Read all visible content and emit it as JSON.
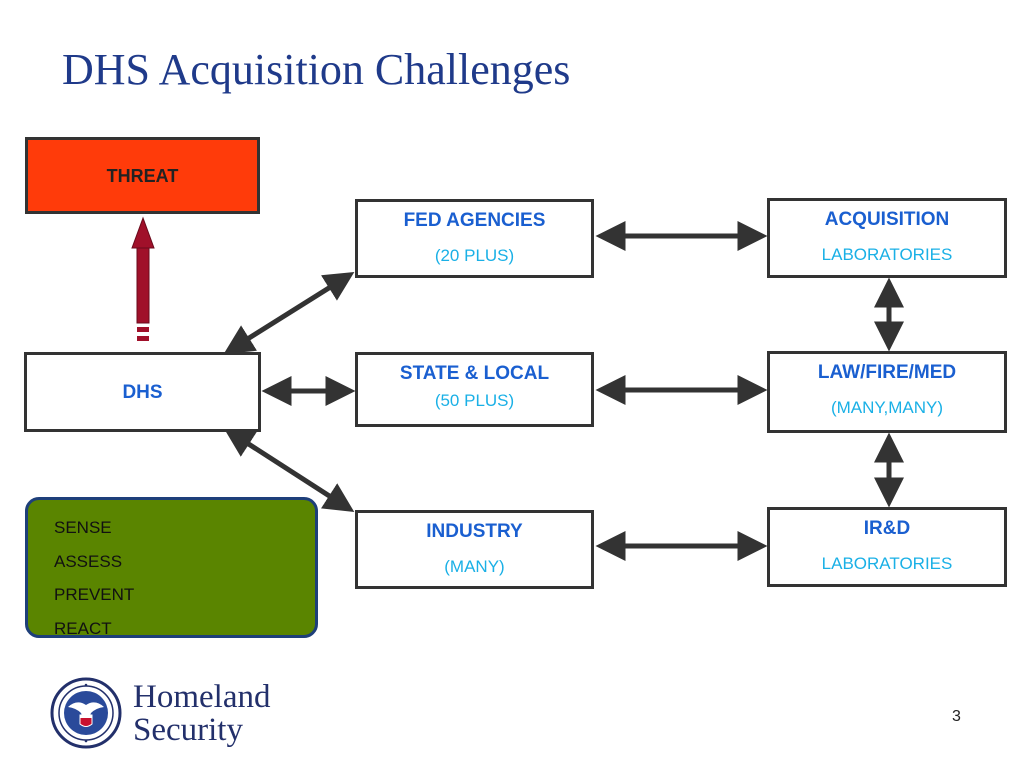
{
  "title": "DHS Acquisition Challenges",
  "boxes": {
    "threat": "THREAT",
    "dhs": "DHS",
    "fed": {
      "line1": "FED AGENCIES",
      "line2": "(20 PLUS)"
    },
    "state": {
      "line1": "STATE & LOCAL",
      "line2": "(50 PLUS)"
    },
    "industry": {
      "line1": "INDUSTRY",
      "line2": "(MANY)"
    },
    "acquisition": {
      "line1": "ACQUISITION",
      "line2": "LABORATORIES"
    },
    "law": {
      "line1": "LAW/FIRE/MED",
      "line2": "(MANY,MANY)"
    },
    "ird": {
      "line1": "IR&D",
      "line2": "LABORATORIES"
    }
  },
  "actions": [
    "SENSE",
    "ASSESS",
    "PREVENT",
    "REACT"
  ],
  "logo": {
    "line1": "Homeland",
    "line2": "Security"
  },
  "page_number": "3",
  "colors": {
    "title": "#1f3a8a",
    "threat_fill": "#ff3b0a",
    "action_fill": "#5a8500",
    "action_border": "#1e3f7a",
    "label_primary": "#1a5fd0",
    "label_secondary": "#1ab0e6",
    "red_arrow": "#a0102a"
  }
}
